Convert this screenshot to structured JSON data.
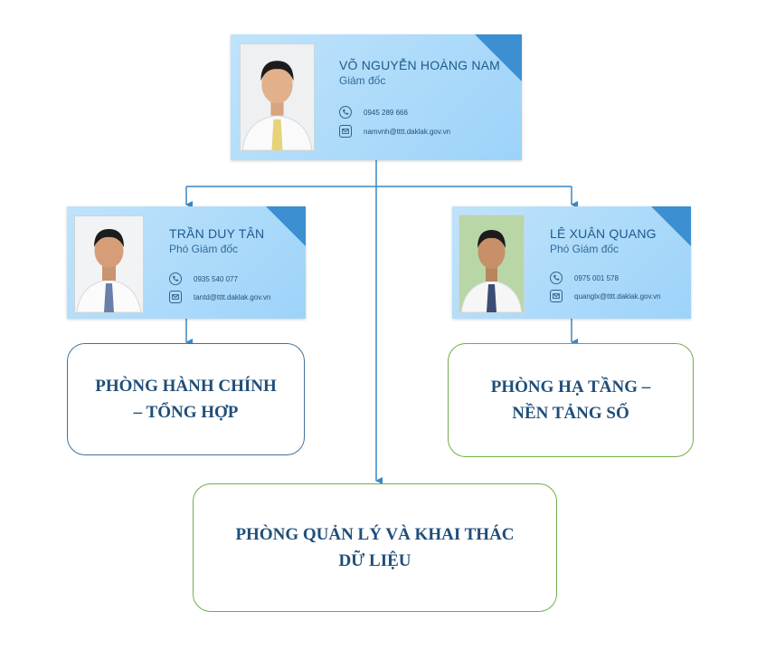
{
  "colors": {
    "card_bg": "#a8d8fa",
    "card_accent": "#3c8fd0",
    "connector": "#3a87c5",
    "dept_text": "#1f4e79",
    "dept_border_blue": "#41719c",
    "dept_border_green": "#70ad47"
  },
  "director": {
    "name": "VÕ NGUYỄN HOÀNG NAM",
    "title": "Giám đốc",
    "phone": "0945 289 666",
    "email": "namvnh@tttt.daklak.gov.vn"
  },
  "deputy_left": {
    "name": "TRẦN DUY TÂN",
    "title": "Phó Giám đốc",
    "phone": "0935 540 077",
    "email": "tantd@tttt.daklak.gov.vn"
  },
  "deputy_right": {
    "name": "LÊ XUÂN QUANG",
    "title": "Phó Giám đốc",
    "phone": "0975 001 578",
    "email": "quanglx@tttt.daklak.gov.vn"
  },
  "departments": {
    "admin": {
      "line1": "PHÒNG HÀNH CHÍNH",
      "line2": "– TỔNG HỢP"
    },
    "infra": {
      "line1": "PHÒNG HẠ TẦNG –",
      "line2": "NỀN TẢNG SỐ"
    },
    "data": {
      "line1": "PHÒNG QUẢN LÝ VÀ KHAI THÁC",
      "line2": "DỮ LIỆU"
    }
  },
  "icons": {
    "phone": "phone-icon",
    "email": "email-icon"
  }
}
